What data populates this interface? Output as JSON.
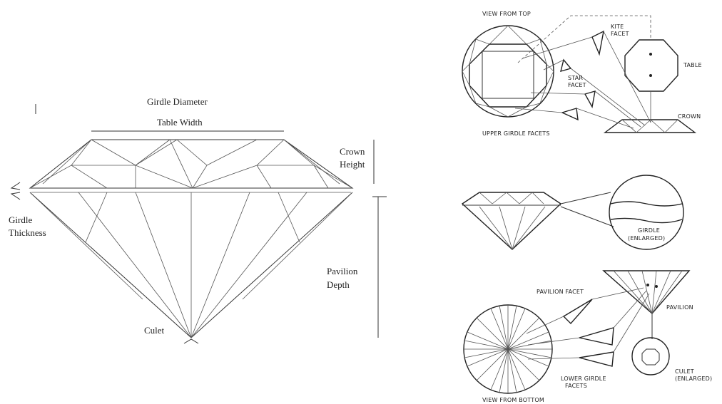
{
  "left_diagram": {
    "girdle_diameter": "Girdle Diameter",
    "table_width": "Table Width",
    "crown_height": [
      "Crown",
      "Height"
    ],
    "girdle_thickness": [
      "Girdle",
      "Thickness"
    ],
    "pavilion_depth": [
      "Pavilion",
      "Depth"
    ],
    "culet": "Culet"
  },
  "right_top": {
    "view_from_top": "VIEW FROM TOP",
    "kite_facet": [
      "KITE",
      "FACET"
    ],
    "table": "TABLE",
    "star_facet": [
      "STAR",
      "FACET"
    ],
    "crown": "CROWN",
    "upper_girdle_facets": "UPPER GIRDLE FACETS"
  },
  "right_middle": {
    "girdle_enlarged": [
      "GIRDLE",
      "(ENLARGED)"
    ]
  },
  "right_bottom": {
    "pavilion_facet": "PAVILION FACET",
    "pavilion": "PAVILION",
    "lower_girdle_facets": [
      "LOWER GIRDLE",
      "FACETS"
    ],
    "culet_enlarged": [
      "CULET",
      "(ENLARGED)"
    ],
    "view_from_bottom": "VIEW FROM BOTTOM"
  }
}
